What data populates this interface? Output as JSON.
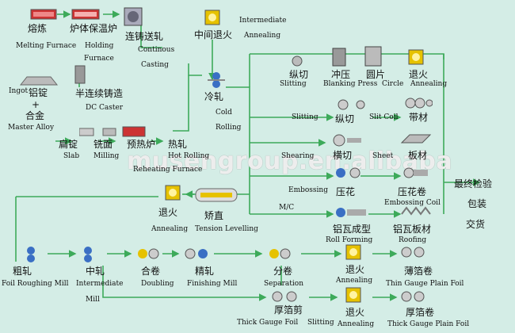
{
  "colors": {
    "flow_line": "#3daa5a",
    "background": "#d4ede6"
  },
  "watermark": "musengroup.en.alibaba",
  "steps": {
    "melting": {
      "zh": "熔炼",
      "en": "Melting Furnace"
    },
    "holding": {
      "zh": "炉体保温炉",
      "en1": "Holding",
      "en2": "Furnace"
    },
    "casting": {
      "zh": "连铸送轧",
      "en1": "Continous",
      "en2": "Casting"
    },
    "intermediate_annealing": {
      "zh": "中间退火",
      "en1": "Intermediate",
      "en2": "Annealing"
    },
    "ingot": {
      "en": "Ingot",
      "zh": "铝锭",
      "plus": "+",
      "zh2": "合金",
      "en2": "Master Alloy"
    },
    "dc_caster": {
      "zh": "半连续铸造",
      "en": "DC Caster"
    },
    "cold_rolling": {
      "zh": "冷轧",
      "en1": "Cold",
      "en2": "Rolling"
    },
    "slab": {
      "zh": "扁锭",
      "en": "Slab"
    },
    "milling": {
      "zh": "铣面",
      "en": "Milling"
    },
    "preheat": {
      "zh": "预热炉",
      "en": "Reheating Furnace"
    },
    "hot_rolling": {
      "zh": "热轧",
      "en": "Hot Rolling"
    },
    "slitting1": {
      "zh": "纵切",
      "en": "Slitting"
    },
    "blanking": {
      "zh": "冲压",
      "en": "Blanking Press"
    },
    "circle": {
      "zh": "圆片",
      "en": "Circle"
    },
    "annealing_top": {
      "zh": "退火",
      "en": "Annealing"
    },
    "slitting2": {
      "en": "Slitting",
      "zh": "纵切"
    },
    "slit_coil": {
      "zh": "带材",
      "en": "Slit Coil"
    },
    "row3": {
      "en1": "Shearing",
      "zh1": "横切",
      "en2": "Sheet",
      "zh2": "板材"
    },
    "embossing": {
      "en": "Embossing",
      "en2": "M/C",
      "zh": "压花"
    },
    "embossing_coil": {
      "zh": "压花卷",
      "en": "Embossing Coil"
    },
    "final": {
      "zh1": "最终检验",
      "zh2": "包装",
      "zh3": "交货"
    },
    "annealing_mid": {
      "zh": "退火",
      "en": "Annealing"
    },
    "tension": {
      "zh": "矫直",
      "en": "Tension Levelling"
    },
    "roll_forming": {
      "zh": "铝瓦成型",
      "en": "Roll Forming"
    },
    "roofing": {
      "zh": "铝瓦板材",
      "en": "Roofing"
    },
    "foil_rough": {
      "zh": "粗轧",
      "en": "Foil Roughing Mill"
    },
    "intermediate_mill": {
      "zh": "中轧",
      "en1": "Intermediate",
      "en2": "Mill"
    },
    "doubling": {
      "zh": "合卷",
      "en": "Doubling"
    },
    "finishing": {
      "zh": "精轧",
      "en": "Finishing Mill"
    },
    "separation": {
      "zh": "分卷",
      "en": "Separation"
    },
    "annealing_b1": {
      "zh": "退火",
      "en": "Annealing"
    },
    "thin_foil": {
      "zh": "薄箔卷",
      "en": "Thin Gauge Plain Foil"
    },
    "thick_slitting": {
      "zh": "厚箔剪",
      "en": "Thick Gauge Foil",
      "en2": "Slitting"
    },
    "annealing_b2": {
      "zh": "退火",
      "en": "Annealing"
    },
    "thick_foil": {
      "zh": "厚箔卷",
      "en": "Thick Gauge Plain Foil"
    }
  }
}
